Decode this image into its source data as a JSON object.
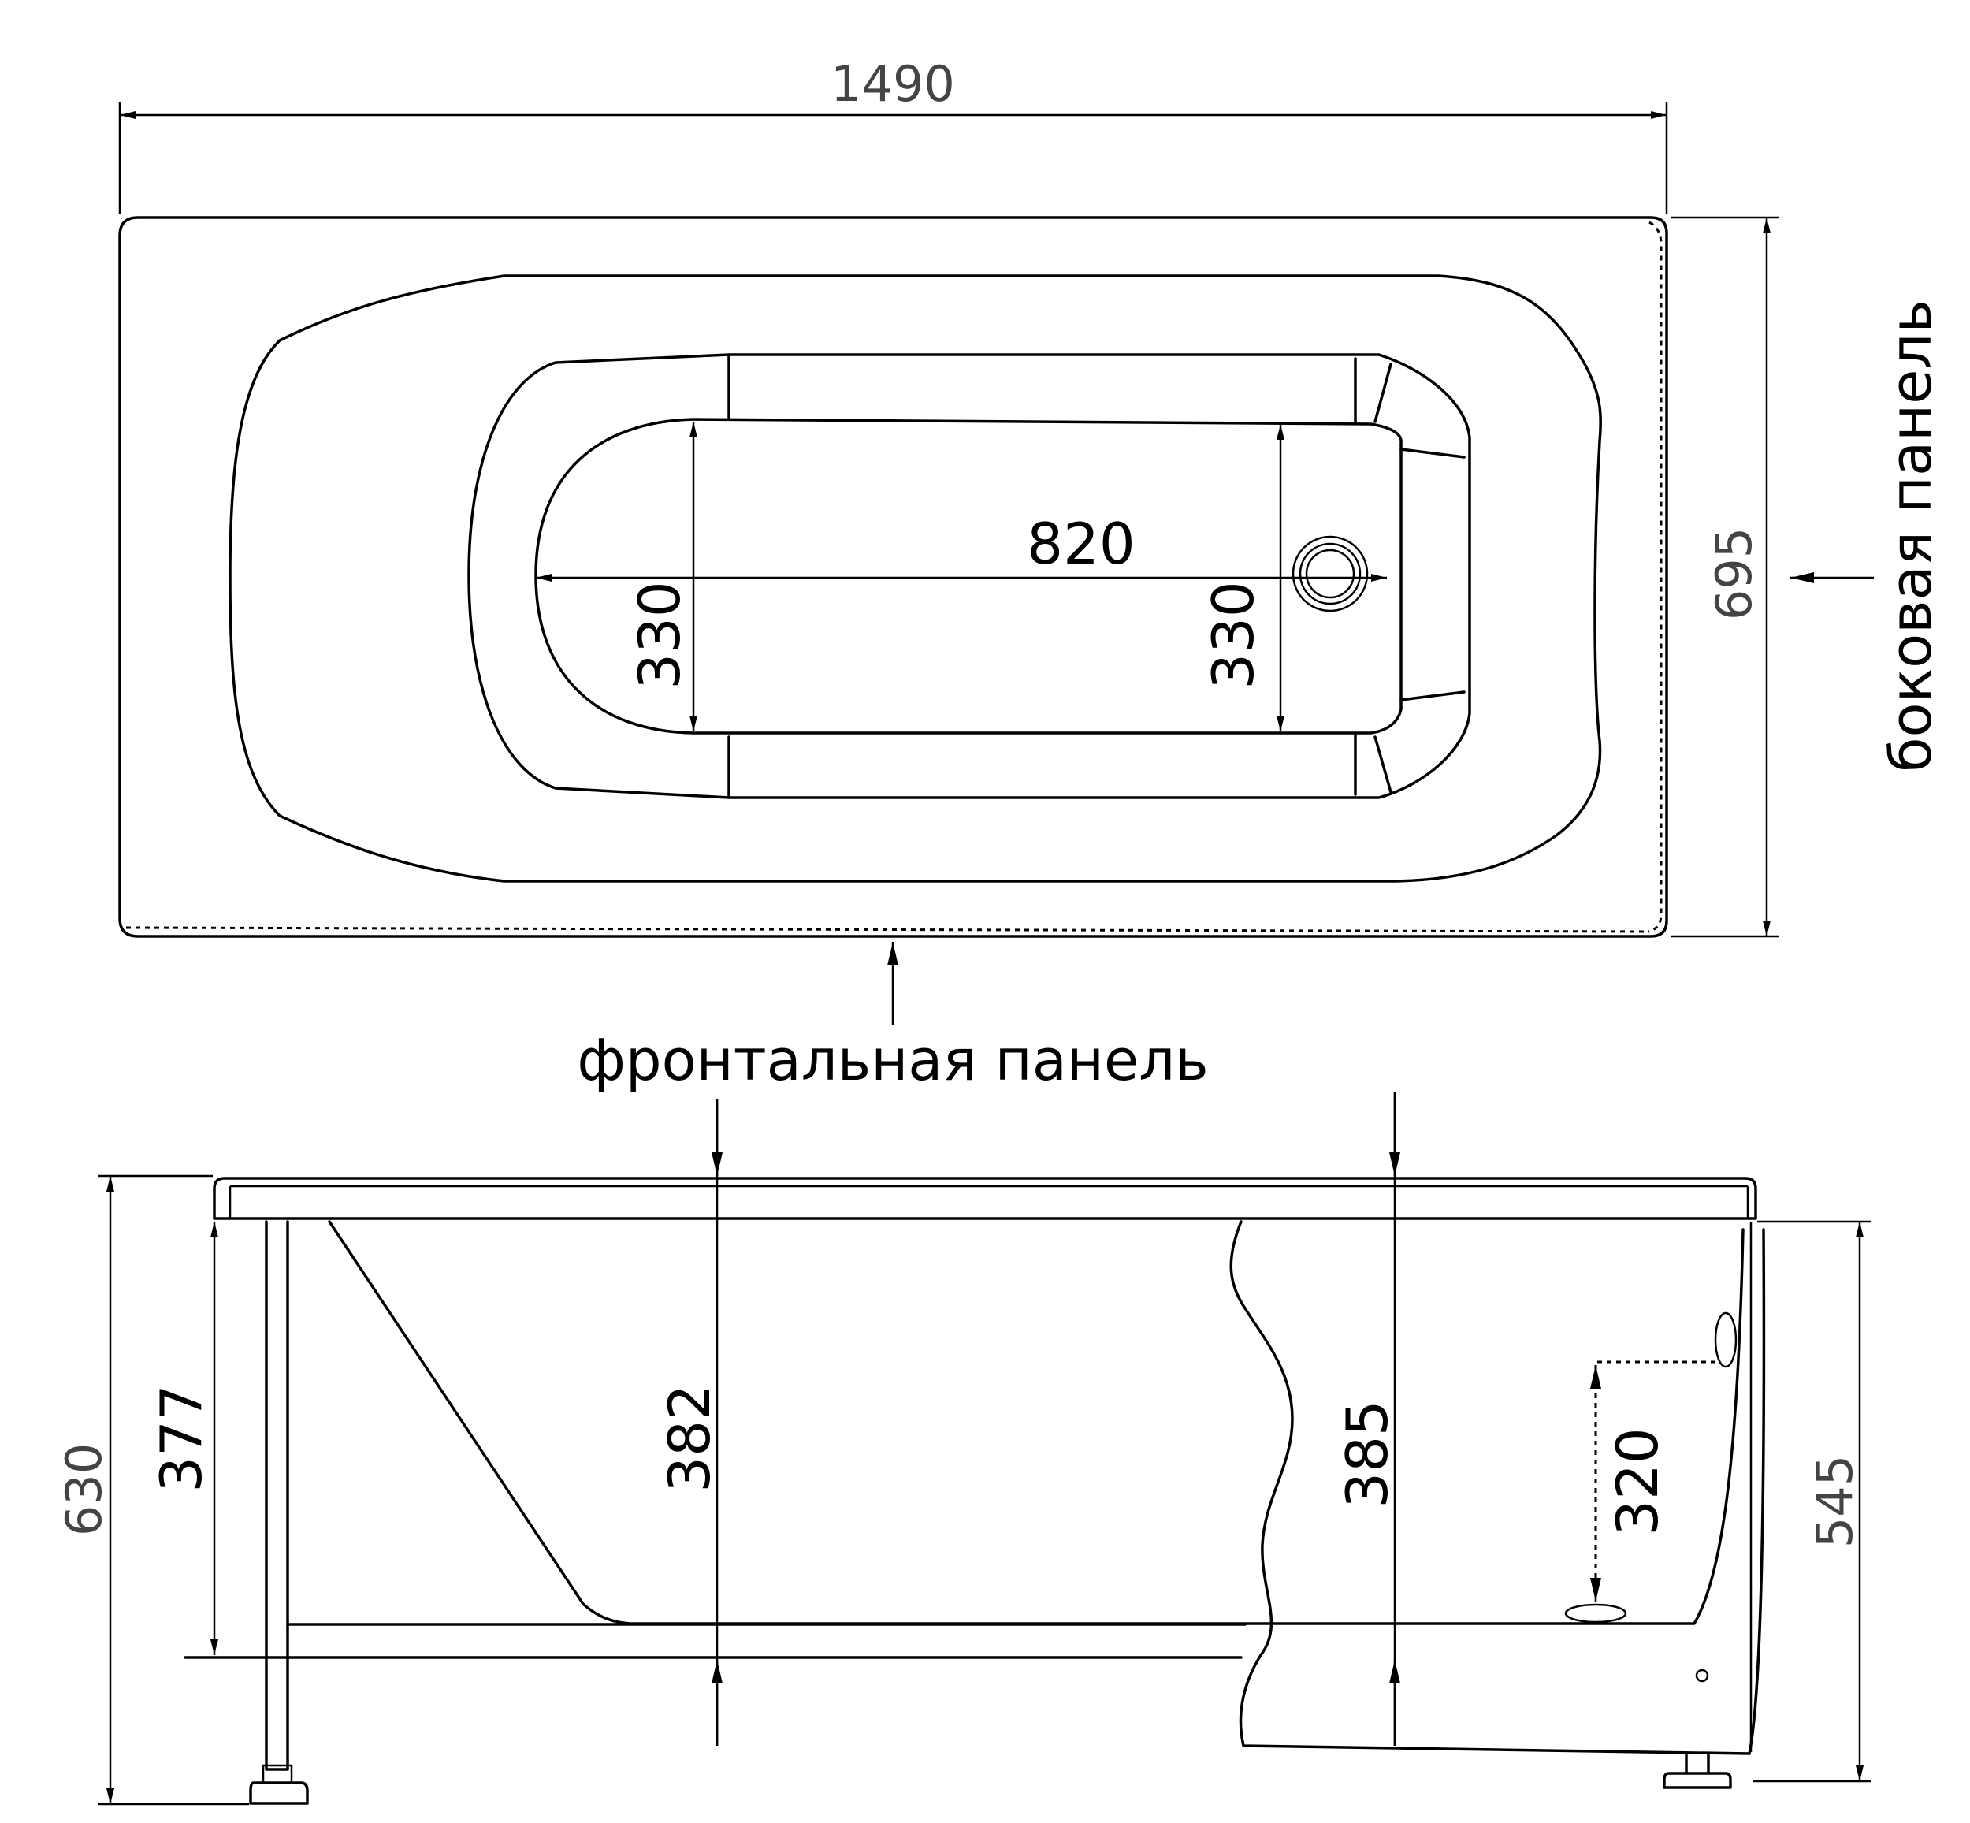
{
  "top_view": {
    "dim_length": "1490",
    "dim_width": "695",
    "dim_inner_length": "820",
    "dim_inner_left": "330",
    "dim_inner_right": "330",
    "label_side_panel": "боковая панель",
    "label_front_panel": "фронтальная панель"
  },
  "side_view": {
    "dim_total_height": "630",
    "dim_leg_height": "377",
    "dim_depth_left": "382",
    "dim_depth_right": "385",
    "dim_overflow": "320",
    "dim_panel_height": "545"
  }
}
